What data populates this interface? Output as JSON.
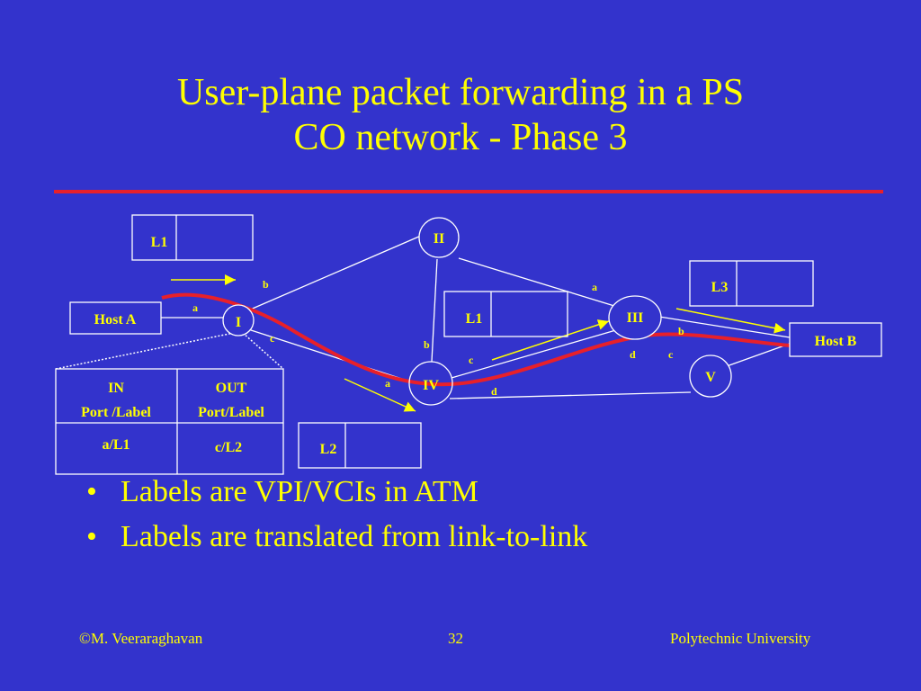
{
  "title_line1": "User-plane packet forwarding in a PS",
  "title_line2": "CO network - Phase 3",
  "colors": {
    "background": "#3333cc",
    "text": "#ffff00",
    "path": "#e8202a",
    "lines": "#ffffff"
  },
  "nodes": {
    "n1": "I",
    "n2": "II",
    "n3": "III",
    "n4": "IV",
    "n5": "V"
  },
  "hosts": {
    "a": "Host A",
    "b": "Host B"
  },
  "boxes": {
    "l1_top": "L1",
    "l1_mid": "L1",
    "l3": "L3",
    "l2": "L2"
  },
  "ports": {
    "n1_a": "a",
    "n1_b": "b",
    "n1_c": "c",
    "n2_a": "a",
    "n2_b": "b",
    "n3_b": "b",
    "n3_c": "c",
    "n3_d": "d",
    "n4_a": "a",
    "n4_c": "c",
    "n4_d": "d"
  },
  "table": {
    "in_header_1": "IN",
    "in_header_2": "Port /Label",
    "out_header_1": "OUT",
    "out_header_2": "Port/Label",
    "in_value": "a/L1",
    "out_value": "c/L2"
  },
  "bullets": [
    "Labels are VPI/VCIs in ATM",
    "Labels are translated from link-to-link"
  ],
  "bullet_glyph": "•",
  "footer": {
    "left": "©M. Veeraraghavan",
    "center": "32",
    "right": "Polytechnic University"
  }
}
